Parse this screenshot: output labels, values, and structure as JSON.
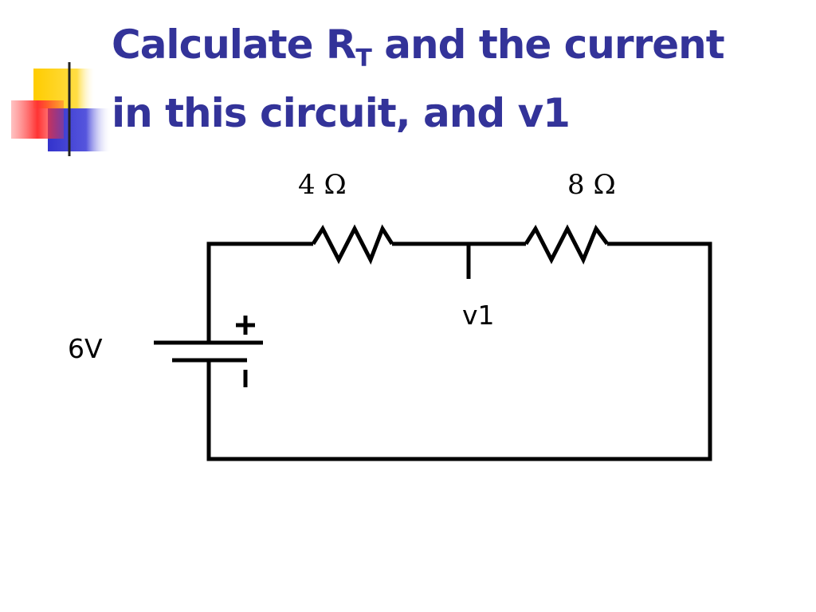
{
  "slide": {
    "title_part1": "Calculate R",
    "title_subscript": "T",
    "title_part2": " and the current",
    "title_line2": "in this circuit, and v1"
  },
  "circuit": {
    "source_label": "6V",
    "resistor1_label": "4 Ω",
    "resistor2_label": "8 Ω",
    "node_label": "v1",
    "plus_sign": "+",
    "minus_sign": "I"
  },
  "colors": {
    "title": "#333399",
    "wire": "#000000",
    "deco_yellow": "#ffcc00",
    "deco_red": "#ff3333",
    "deco_blue": "#3333cc"
  }
}
